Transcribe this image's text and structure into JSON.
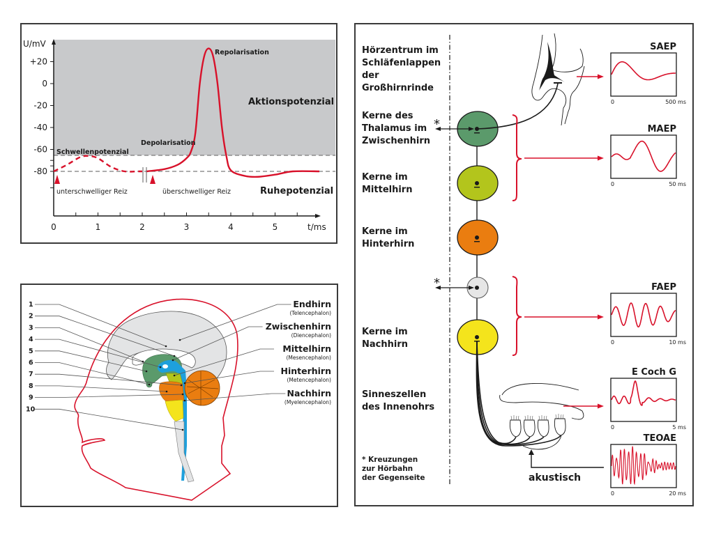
{
  "colors": {
    "red": "#d8112a",
    "gray_region": "#c8c9cb",
    "thalamus": "#5b9a6b",
    "midbrain": "#b3c51c",
    "hindbrain": "#ea7d10",
    "crossing": "#e6e6e6",
    "medulla": "#f4e41c",
    "ventricle": "#1ea0dc"
  },
  "action_potential": {
    "y_axis_label": "U/mV",
    "x_axis_label": "t/ms",
    "y_ticks": [
      "+20",
      "0",
      "-20",
      "-40",
      "-60",
      "-80"
    ],
    "x_ticks": [
      "0",
      "1",
      "2",
      "3",
      "4",
      "5"
    ],
    "region_top_label": "Aktionspotenzial",
    "region_bottom_label": "Ruhepotenzial",
    "threshold_label": "Schwellenpotenzial",
    "depolarisation_label": "Depolarisation",
    "repolarisation_label": "Repolarisation",
    "subthreshold_label": "unterschwelliger Reiz",
    "suprathreshold_label": "überschwelliger Reiz"
  },
  "chart_data": {
    "type": "line",
    "title": "",
    "xlabel": "t/ms",
    "ylabel": "U/mV",
    "xlim": [
      0,
      6
    ],
    "ylim": [
      -100,
      35
    ],
    "y_ticks": [
      20,
      0,
      -20,
      -40,
      -60,
      -80
    ],
    "x_ticks": [
      0,
      1,
      2,
      3,
      4,
      5
    ],
    "reference_lines": [
      {
        "name": "Schwellenpotenzial",
        "y": -65
      },
      {
        "name": "Ruhepotenzial",
        "y": -80
      }
    ],
    "series": [
      {
        "name": "unterschwelliger Reiz",
        "style": "dashed",
        "x": [
          0.0,
          0.3,
          0.6,
          0.8,
          1.0,
          1.3,
          1.6,
          1.9,
          2.0
        ],
        "y": [
          -80,
          -74,
          -67,
          -66,
          -68,
          -76,
          -80,
          -80,
          -80
        ]
      },
      {
        "name": "überschwelliger Reiz",
        "style": "solid",
        "x": [
          2.1,
          2.5,
          2.8,
          3.0,
          3.1,
          3.2,
          3.3,
          3.4,
          3.5,
          3.6,
          3.7,
          3.8,
          3.9,
          4.0,
          4.3,
          4.6,
          5.0,
          5.4,
          6.0
        ],
        "y": [
          -80,
          -78,
          -74,
          -68,
          -62,
          -45,
          0,
          25,
          32,
          25,
          0,
          -40,
          -66,
          -79,
          -84,
          -85,
          -83,
          -80,
          -80
        ]
      }
    ],
    "annotations": [
      "Aktionspotenzial",
      "Ruhepotenzial",
      "Schwellenpotenzial",
      "Depolarisation",
      "Repolarisation",
      "unterschwelliger Reiz",
      "überschwelliger Reiz"
    ]
  },
  "brain": {
    "numbers": [
      "1",
      "2",
      "3",
      "4",
      "5",
      "6",
      "7",
      "8",
      "9",
      "10"
    ],
    "regions": [
      {
        "name": "Endhirn",
        "latin": "(Telencephalon)"
      },
      {
        "name": "Zwischenhirn",
        "latin": "(Diencephalon)"
      },
      {
        "name": "Mittelhirn",
        "latin": "(Mesencephalon)"
      },
      {
        "name": "Hinterhirn",
        "latin": "(Metencephalon)"
      },
      {
        "name": "Nachhirn",
        "latin": "(Myelencephalon)"
      }
    ]
  },
  "auditory": {
    "levels": [
      {
        "lines": [
          "Hörzentrum im",
          "Schläfenlappen",
          "der",
          "Großhirnrinde"
        ]
      },
      {
        "lines": [
          "Kerne des",
          "Thalamus im",
          "Zwischenhirn"
        ]
      },
      {
        "lines": [
          "Kerne im",
          "Mittelhirn"
        ]
      },
      {
        "lines": [
          "Kerne im",
          "Hinterhirn"
        ]
      },
      {
        "lines": [
          "Kerne im",
          "Nachhirn"
        ]
      },
      {
        "lines": [
          "Sinneszellen",
          "des Innenohrs"
        ]
      }
    ],
    "crossing_marker": "*",
    "footnote": [
      "* Kreuzungen",
      "zur Hörbahn",
      "der Gegenseite"
    ],
    "stimulus_label": "akustisch",
    "waveforms": [
      {
        "title": "SAEP",
        "start": "0",
        "end": "500 ms"
      },
      {
        "title": "MAEP",
        "start": "0",
        "end": "50 ms"
      },
      {
        "title": "FAEP",
        "start": "0",
        "end": "10 ms"
      },
      {
        "title": "E Coch G",
        "start": "0",
        "end": "5 ms"
      },
      {
        "title": "TEOAE",
        "start": "0",
        "end": "20 ms"
      }
    ]
  }
}
